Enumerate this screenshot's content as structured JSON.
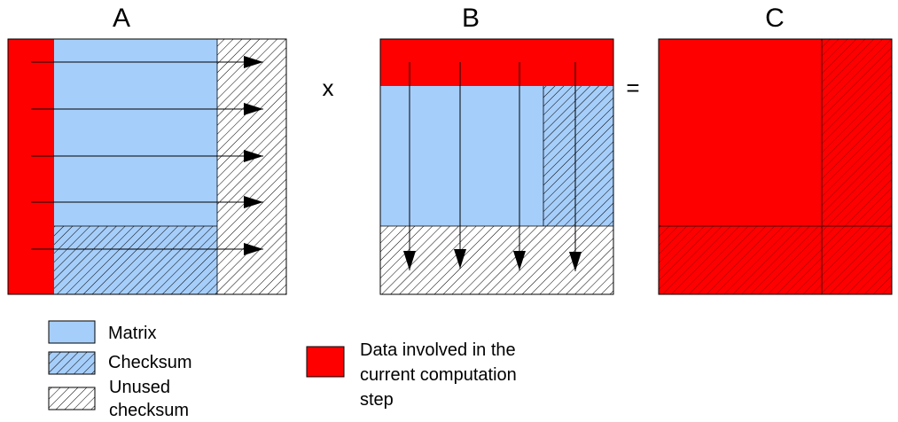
{
  "titles": {
    "a": "A",
    "b": "B",
    "c": "C"
  },
  "operators": {
    "times": "x",
    "equals": "="
  },
  "legend": {
    "matrix": "Matrix",
    "checksum": "Checksum",
    "unused_line1": "Unused",
    "unused_line2": "checksum",
    "data_line1": "Data involved in the",
    "data_line2": "current computation",
    "data_line3": "step"
  },
  "colors": {
    "matrix": "#a6cefa",
    "data": "#ff0000",
    "hatch": "#000000",
    "border": "#000000"
  }
}
